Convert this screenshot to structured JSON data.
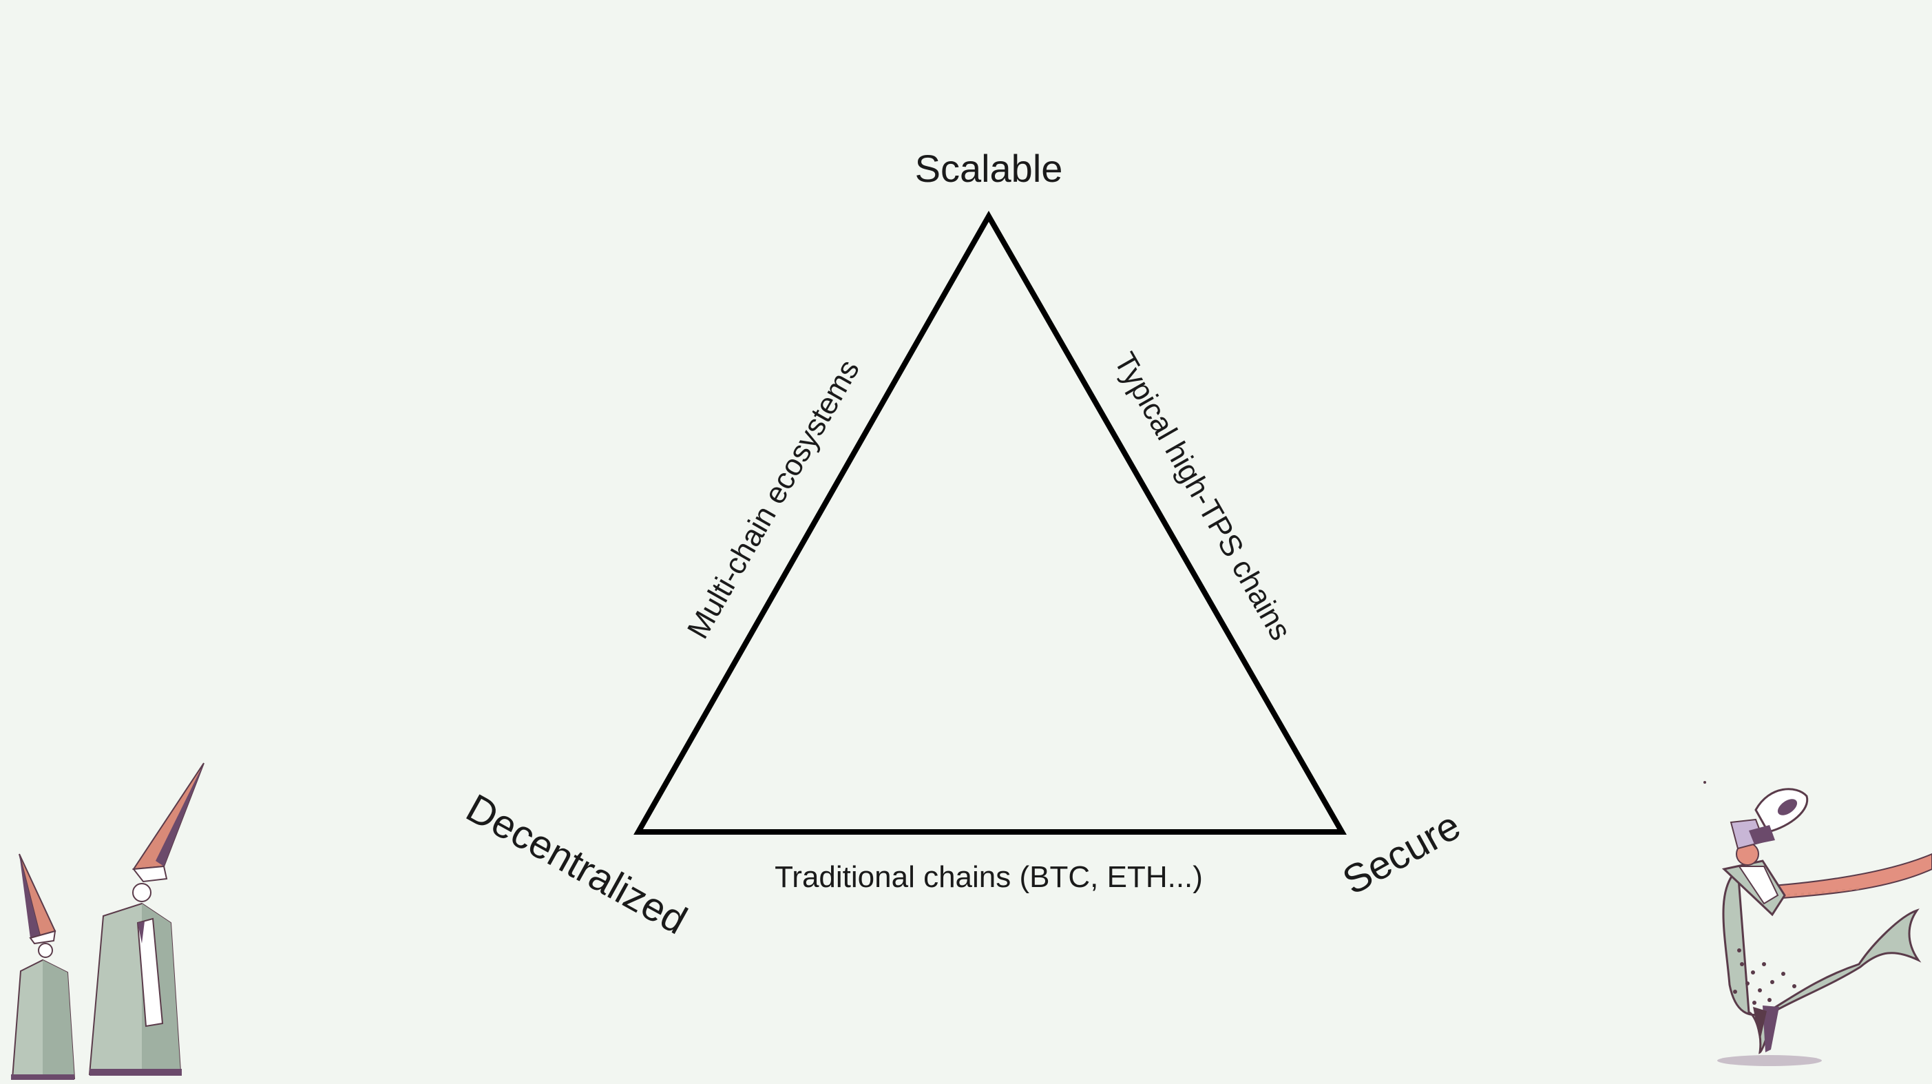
{
  "colors": {
    "background": "#f2f6f1",
    "line": "#000000",
    "text": "#1a1a1a",
    "figure_green": "#b9c7ba",
    "figure_green_dark": "#9fb0a2",
    "figure_salmon": "#d98a78",
    "figure_purple": "#6b4a6b",
    "figure_lavender": "#c8b6d6"
  },
  "vertices": {
    "top": "Scalable",
    "left": "Decentralized",
    "right": "Secure"
  },
  "edges": {
    "left": "Multi-chain ecosystems",
    "right": "Typical high-TPS chains",
    "bottom": "Traditional chains (BTC, ETH...)"
  },
  "decorations": {
    "left": "pointed-hat-figures-illustration",
    "right": "scarf-figure-illustration"
  }
}
